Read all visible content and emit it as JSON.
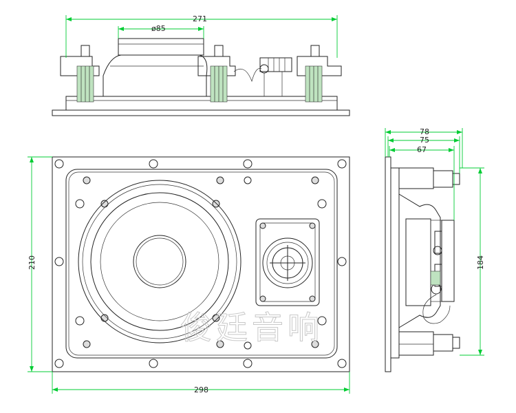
{
  "dimensions": {
    "top_width": "271",
    "woofer_dia": "ø85",
    "front_width": "298",
    "front_height": "210",
    "side_depth_78": "78",
    "side_depth_75": "75",
    "side_depth_67": "67",
    "side_height": "184"
  },
  "watermark": "俊廷音响",
  "colors": {
    "dimension": "#00cc33",
    "line": "#222222",
    "watermark": "#c8c8c8"
  }
}
